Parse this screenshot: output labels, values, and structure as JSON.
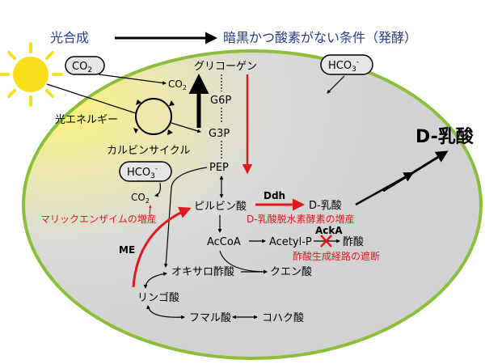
{
  "header": {
    "photosynthesis": "光合成",
    "dark_anaerobic": "暗黒かつ酸素がない条件（発酵）"
  },
  "labels": {
    "co2_box": "CO",
    "co2_box_sub": "2",
    "co2_top": "CO",
    "co2_top_sub": "2",
    "light_energy": "光エネルギー",
    "calvin_cycle": "カルビンサイクル",
    "glycogen": "グリコーゲン",
    "g6p": "G6P",
    "g3p": "G3P",
    "pep": "PEP",
    "hco3_right": "HCO",
    "hco3_right_sub": "3",
    "hco3_right_sup": "-",
    "hco3_left": "HCO",
    "hco3_left_sub": "3",
    "hco3_left_sup": "-",
    "co2_mid": "CO",
    "co2_mid_sub": "2",
    "pyruvate": "ピルビン酸",
    "ddh": "Ddh",
    "d_lactate_inner": "D-乳酸",
    "d_lactate_outer": "D-乳酸",
    "malic_enzyme_increase": "マリックエンザイムの増産",
    "dldh_increase": "D-乳酸脱水素酵素の増産",
    "acka": "AckA",
    "accoa": "AcCoA",
    "acetyl_p": "Acetyl-P",
    "acetic_acid": "酢酸",
    "acetate_block": "酢酸生成経路の遮断",
    "me": "ME",
    "oxaloacetate": "オキサロ酢酸",
    "citrate": "クエン酸",
    "malate": "リンゴ酸",
    "fumarate": "フマル酸",
    "succinate": "コハク酸"
  },
  "colors": {
    "cell_fill_light": "#fbf27a",
    "cell_fill_gray": "#d6d6d6",
    "cell_border": "#8bbf3a",
    "sun": "#f8df1a",
    "header_text": "#2a3a8c",
    "red": "#e0191e",
    "black": "#000000"
  },
  "icons": {
    "sun": "sun-icon",
    "block": "cross-icon"
  }
}
